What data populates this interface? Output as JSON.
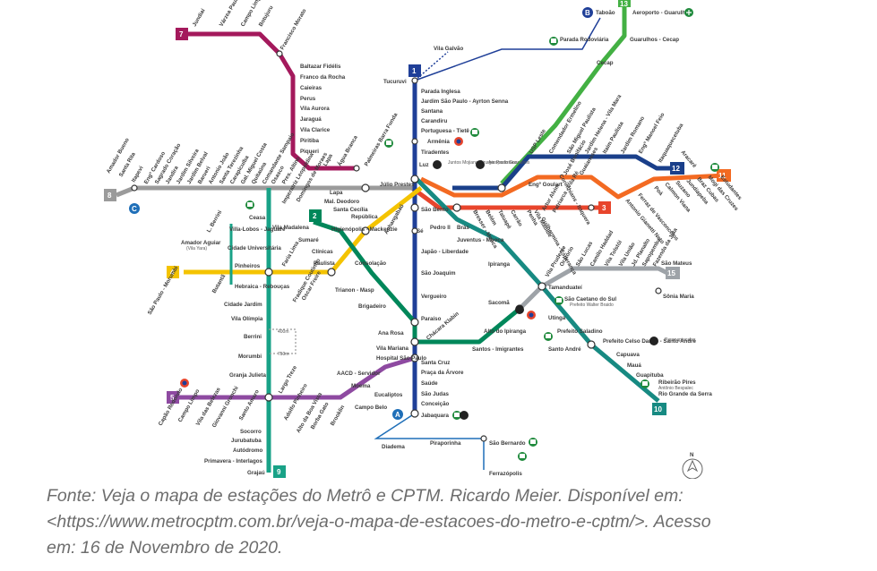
{
  "lines": {
    "l1": {
      "number": "1",
      "color": "#1f3f98"
    },
    "l2": {
      "number": "2",
      "color": "#00875a"
    },
    "l3": {
      "number": "3",
      "color": "#e8452c"
    },
    "l4": {
      "number": "4",
      "color": "#f4c300"
    },
    "l5": {
      "number": "5",
      "color": "#8e4aa1"
    },
    "l7": {
      "number": "7",
      "color": "#a4195c"
    },
    "l8": {
      "number": "8",
      "color": "#9b9b9b"
    },
    "l9": {
      "number": "9",
      "color": "#19a287"
    },
    "l10": {
      "number": "10",
      "color": "#178a82"
    },
    "l11": {
      "number": "11",
      "color": "#f36a22"
    },
    "l12": {
      "number": "12",
      "color": "#1a3f8a"
    },
    "l13": {
      "number": "13",
      "color": "#43b043"
    },
    "l15": {
      "number": "15",
      "color": "#9ea3a8"
    }
  },
  "stations": {
    "jundiai": "Jundiaí",
    "varzea": "Várzea Paulista",
    "campo_limpo_p": "Campo Limpo Paulista",
    "botujuru": "Botujuru",
    "francisco_morato": "Francisco Morato",
    "baltazar": "Baltazar Fidélis",
    "franco_rocha": "Franco da Rocha",
    "caieiras": "Caieiras",
    "perus": "Perus",
    "vila_aurora": "Vila Aurora",
    "jaragua": "Jaraguá",
    "vila_clarice": "Vila Clarice",
    "piritiba": "Piritiba",
    "piqueri": "Piqueri",
    "lapa7": "Lapa",
    "agua_branca": "Água Branca",
    "palmeiras": "Palmeiras Barra Funda",
    "vila_galvao": "Vila Galvão",
    "tucuruvi": "Tucuruvi",
    "parada_inglesa": "Parada Inglesa",
    "jardim_sp": "Jardim São Paulo - Ayrton Senna",
    "santana": "Santana",
    "carandiru": "Carandiru",
    "portuguesa": "Portuguesa - Tietê",
    "armenia": "Armênia",
    "tiradentes": "Tiradentes",
    "luz": "Luz",
    "sao_bento": "São Bento",
    "se": "Sé",
    "japao": "Japão - Liberdade",
    "sao_joaquim": "São Joaquim",
    "vergueiro": "Vergueiro",
    "paraiso": "Paraíso",
    "ana_rosa": "Ana Rosa",
    "vila_mariana": "Vila Mariana",
    "santa_cruz": "Santa Cruz",
    "praca_arvore": "Praça da Árvore",
    "saude": "Saúde",
    "sao_judas": "São Judas",
    "conceicao": "Conceição",
    "jabaquara": "Jabaquara",
    "taboao": "Taboão",
    "aeroporto": "Aeroporto - Guarulhos",
    "parada_rodoviaria": "Parada Rodoviária",
    "guarulhos_cecap": "Guarulhos - Cecap",
    "cecap": "Cecap",
    "usp_leste": "USP Leste",
    "comendador": "Comendador Ermelino",
    "sao_miguel": "São Miguel Paulista",
    "jardim_helena": "Jardim Helena - Vila Mara",
    "itaim": "Itaim Paulista",
    "jardim_romano": "Jardim Romano",
    "engenheiro_manoel": "Engº Manoel Feio",
    "itaquaquecetuba": "Itaquaquecetuba",
    "aracare": "Aracaré",
    "calmon": "Calmon Viana",
    "suzano": "Suzano",
    "jundiapeba": "Jundiapeba",
    "braz_cubas": "Braz Cubas",
    "mogi": "Mogi das Cruzes",
    "estudantes": "Estudantes",
    "engenheiro_goulart": "Engº Goulart",
    "jose_bonifacio": "José Bonifácio",
    "guaianases": "Guaianases",
    "antonio_gianetti": "Antonio Gianetti Neto",
    "ferraz": "Ferraz de Vasconcelos",
    "poa": "Poá",
    "corinthians": "Corinthians - Itaquera",
    "artur_alvim": "Artur Alvim",
    "patriarca": "Patriarca - Vila Ré",
    "guilhermina": "Guilhermina - Esperança",
    "vila_matilde": "Vila Matilde",
    "penha": "Penha",
    "carrao": "Carrão",
    "tatuape": "Tatuapé",
    "belem": "Belém",
    "bresser": "Bresser - Mooca",
    "bras": "Brás",
    "pedro_ii": "Pedro II",
    "anhangabau": "Anhangabaú",
    "republica": "República",
    "santa_cecilia": "Santa Cecília",
    "marechal": "Mal. Deodoro",
    "juventus": "Juventus - Mooca",
    "ipiranga": "Ipiranga",
    "tamanduatei": "Tamanduateí",
    "sao_caetano": "São Caetano do Sul",
    "sao_caetano_sub": "Prefeito Walter Braido",
    "utinga": "Utinga",
    "prefeito_saladino": "Prefeito Saladino",
    "santo_andre": "Santo André",
    "celso_daniel": "Prefeito Celso Daniel - Santo André",
    "capuava": "Capuava",
    "maua": "Mauá",
    "guapituba": "Guapituba",
    "ribeirao_pires": "Ribeirão Pires",
    "ribeirao_sub": "Antônio Bespalec",
    "rio_grande": "Rio Grande da Serra",
    "vila_prudente": "Vila Prudente",
    "oratorio": "Oratório",
    "sao_lucas": "São Lucas",
    "camilo_haddad": "Camilo Haddad",
    "vila_tolstoi": "Vila Tolstói",
    "vila_uniao": "Vila União",
    "jardim_planalto": "Jd. Planalto",
    "sapopemba": "Sapopemba",
    "fazenda_juta": "Fazenda da Juta",
    "sao_mateus": "São Mateus",
    "sonia_maria": "Sônia Maria",
    "amador_bueno": "Amador Bueno",
    "santa_rita": "Santa Rita",
    "itapevi": "Itapevi",
    "eng_cardoso": "Engº Cardoso",
    "sagrado": "Sagrado Coração",
    "jandira": "Jandira",
    "jardim_silveira": "Jardim Silveira",
    "jardim_belval": "Jardim Belval",
    "barueri": "Barueri",
    "antonio_joao": "Antonio João",
    "santa_terezinha": "Santa Terezinha",
    "carapicuiba": "Carapicuíba",
    "gal_miguel": "Gal. Miguel Costa",
    "quitauna": "Quitaúna",
    "comandante": "Comandante Sampaio",
    "osasco": "Osasco",
    "pres_altino": "Pres. Altino",
    "imperatriz": "Imperatriz Leopoldina",
    "domingos": "Domingos de Moraes",
    "lapa8": "Lapa",
    "julio_prestes": "Júlio Prestes",
    "ceasa": "Ceasa",
    "vila_lobos": "Villa-Lobos - Jaguaré",
    "cidade_univ": "Cidade Universitária",
    "pinheiros": "Pinheiros",
    "hebraica": "Hebraica - Rebouças",
    "cidade_jardim": "Cidade Jardim",
    "vila_olimpia": "Vila Olímpia",
    "berrini": "Berrini",
    "morumbi": "Morumbi",
    "granja_julieta": "Granja Julieta",
    "jurubatuba": "Jurubatuba",
    "socorro": "Socorro",
    "autodromo": "Autódromo",
    "primavera": "Primavera - Interlagos",
    "grajau": "Grajaú",
    "l_berrini": "L. Berrini",
    "amador_aguiar": "Amador Aguiar",
    "amador_sub": "(Vila Yara)",
    "butanta": "Butantã",
    "sao_paulo_morumbi": "São Paulo - Morumbi",
    "fradique": "Fradique Coutinho",
    "oscar_freire": "Oscar Freire",
    "faria_lima": "Faria Lima",
    "paulista": "Paulista",
    "consolacao": "Consolação",
    "higienopolis": "Higienópolis - Mackenzie",
    "vila_madalena": "Vila Madalena",
    "sumare": "Sumaré",
    "clinicas": "Clínicas",
    "trianon": "Trianon - Masp",
    "brigadeiro": "Brigadeiro",
    "chacara_klabin": "Chácara Klabin",
    "alto_ipiranga": "Alto do Ipiranga",
    "sacoma": "Sacomã",
    "santos_imigrantes": "Santos - Imigrantes",
    "hospital": "Hospital São Paulo",
    "aacd": "AACD - Servidor",
    "moema": "Moema",
    "eucaliptos": "Eucaliptos",
    "campo_belo": "Campo Belo",
    "brooklin": "Brooklin",
    "borba_gato": "Borba Gato",
    "alto_boa_vista": "Alto da Boa Vista",
    "adolfo_pinheiro": "Adolfo Pinheiro",
    "largo_treze": "Largo Treze",
    "giovanni": "Giovanni Gronchi",
    "santo_amaro": "Santo Amaro",
    "vila_belezas": "Vila das Belezas",
    "campo_limpo": "Campo Limpo",
    "capao": "Capão Redondo",
    "diadema": "Diadema",
    "piraporinha": "Piraporinha",
    "sao_bernardo": "São Bernardo",
    "ferrazopolis": "Ferrazópolis",
    "juntos_label": "Juntos Mojiana Cirurgia Paulistano",
    "aeroporto_label": "Aeroporto Guarulhos",
    "celso_daniel_label": "Paranapiacaba",
    "walk_400": "400m",
    "walk_750": "750m",
    "l_a": "A",
    "l_b": "B",
    "l_c": "C",
    "north": "N"
  },
  "caption": {
    "line1": "Fonte: Veja o mapa de estações do Metrô e CPTM. Ricardo Meier. Disponível em:",
    "line2": "<https://www.metrocptm.com.br/veja-o-mapa-de-estacoes-do-metro-e-cptm/>. Acesso",
    "line3": "em: 16 de Novembro de 2020."
  }
}
